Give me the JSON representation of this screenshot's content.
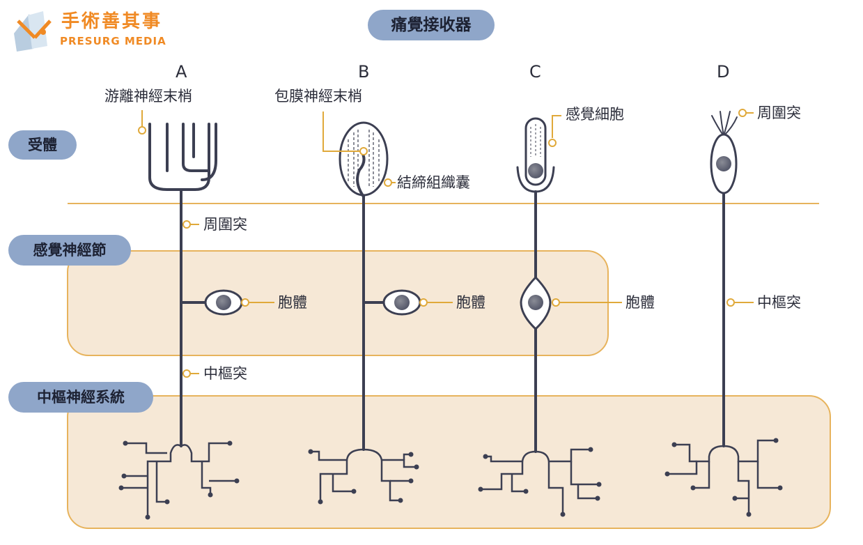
{
  "logo": {
    "chinese": "手術善其事",
    "english": "PRESURG MEDIA"
  },
  "title": "痛覺接收器",
  "sections": {
    "receptor": "受體",
    "ganglion": "感覺神經節",
    "cns": "中樞神經系統"
  },
  "columns": {
    "a": {
      "letter": "A",
      "name": "游離神經末梢",
      "peripheral": "周圍突",
      "soma": "胞體",
      "central": "中樞突"
    },
    "b": {
      "letter": "B",
      "name": "包膜神經末梢",
      "capsule": "結締組織囊",
      "soma": "胞體"
    },
    "c": {
      "letter": "C",
      "sensory_cell": "感覺細胞",
      "soma": "胞體"
    },
    "d": {
      "letter": "D",
      "peripheral": "周圍突",
      "central": "中樞突"
    }
  },
  "colors": {
    "nerve": "#3c3f52",
    "accent": "#e0a93a",
    "band": "#f6e8d6",
    "band_border": "#e7b35c",
    "pill": "#8fa6c9"
  }
}
